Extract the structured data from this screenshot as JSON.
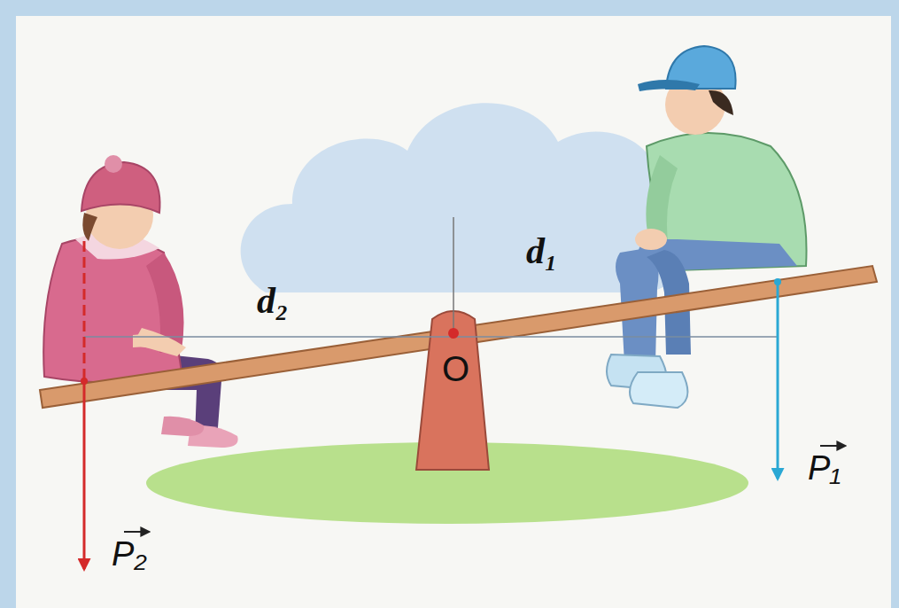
{
  "diagram": {
    "labels": [
      "d₂",
      "d₁",
      "O",
      "P₂",
      "P₁"
    ]
  }
}
